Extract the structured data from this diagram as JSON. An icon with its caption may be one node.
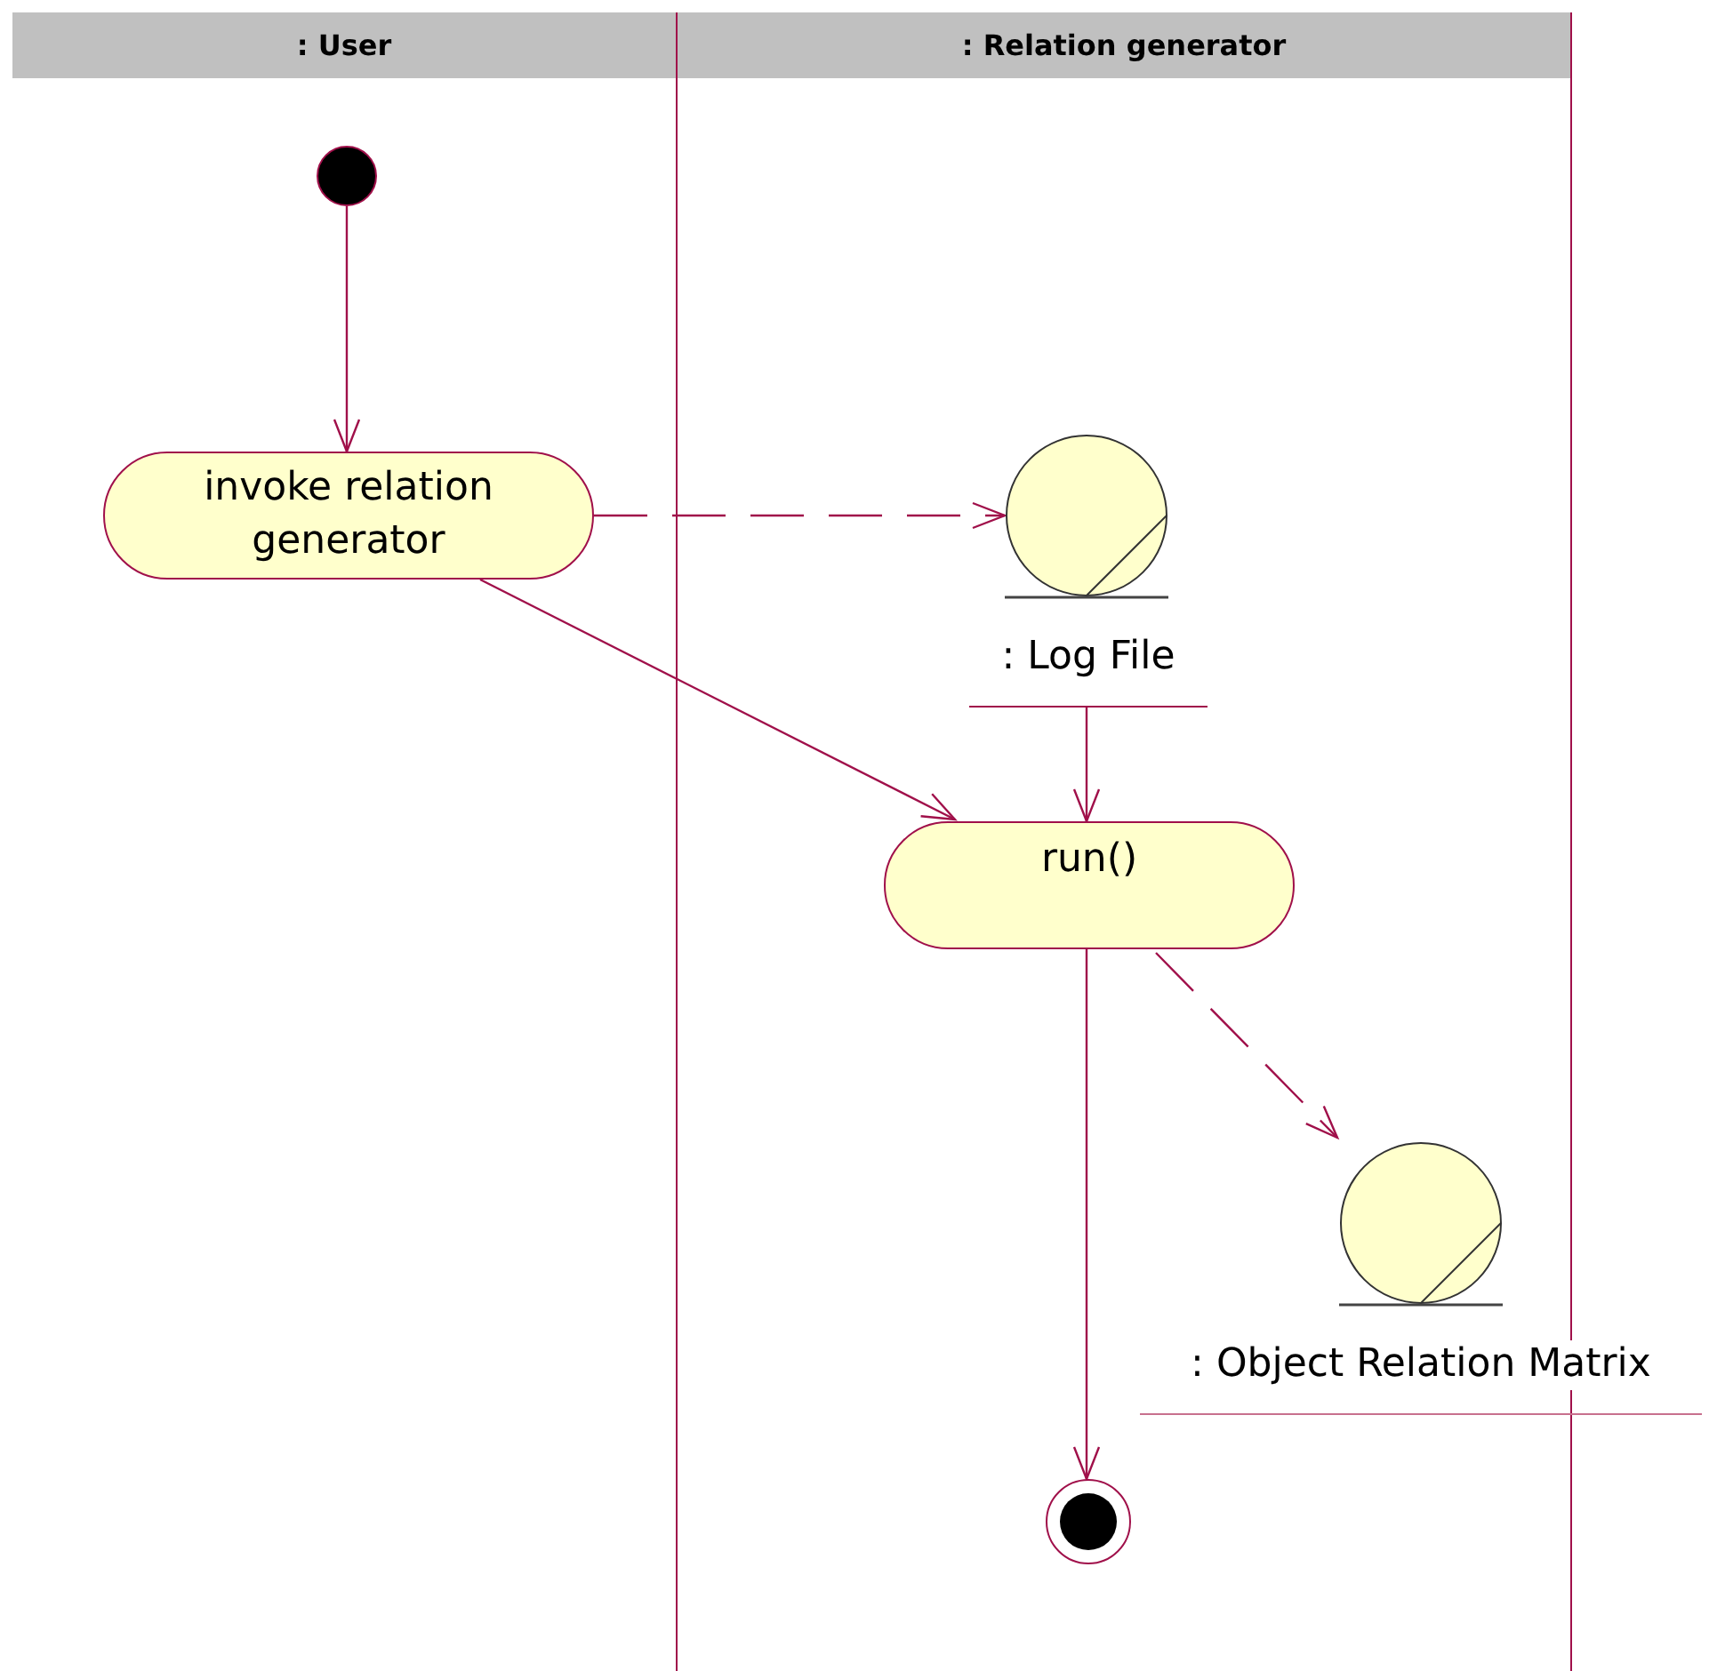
{
  "diagram": {
    "nodes": [
      {
        "text": [
          ": User"
        ]
      },
      {
        "text": [
          ": Relation generator"
        ]
      },
      {
        "text": [],
        "shape": "circle",
        "in": 0
      },
      {
        "text": [
          "invoke relation generator"
        ],
        "in": 0
      },
      {
        "text": [
          ": Log File"
        ],
        "in": 1
      },
      {
        "text": [
          "run()"
        ],
        "in": 1
      },
      {
        "text": [
          ": Object Relation Matrix"
        ]
      },
      {
        "text": [],
        "shape": "circle",
        "in": 1
      }
    ],
    "edges": [
      {
        "from": 2,
        "to": 3,
        "arrow": "to"
      },
      {
        "from": 3,
        "to": 4,
        "arrow": "to",
        "style": "dashed"
      },
      {
        "from": 3,
        "to": 5,
        "arrow": "to"
      },
      {
        "from": 4,
        "to": 5,
        "arrow": "to"
      },
      {
        "from": 5,
        "to": 6,
        "arrow": "to",
        "style": "dashed"
      },
      {
        "from": 5,
        "to": 7,
        "arrow": "to"
      }
    ]
  }
}
